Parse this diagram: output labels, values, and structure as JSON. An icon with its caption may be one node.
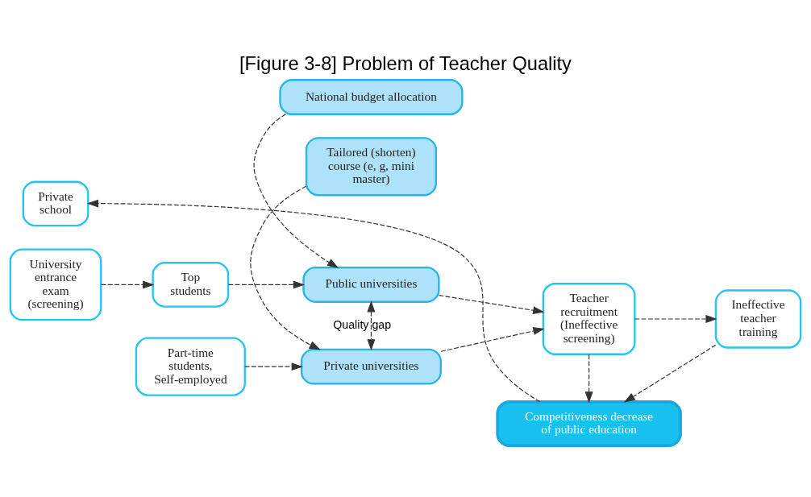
{
  "diagram": {
    "title": "[Figure 3-8] Problem of Teacher Quality",
    "nodes": [
      {
        "text": [
          "National budget allocation"
        ]
      },
      {
        "text": [
          "University entrance exam (screening)"
        ]
      },
      {
        "text": [
          "Top students"
        ]
      },
      {
        "text": [
          "Public universities"
        ]
      },
      {
        "text": [
          "Teacher recruitment (Ineffective screening)"
        ]
      },
      {
        "text": [
          "Ineffective teacher training"
        ]
      },
      {
        "text": [
          "Private school"
        ]
      },
      {
        "text": [
          "Part-time students, Self-employed"
        ]
      },
      {
        "text": [
          "Private universities"
        ]
      },
      {
        "text": [
          "Competitiveness decrease of public education"
        ]
      },
      {
        "text": [
          "Tailored (shorten) course (e, g, mini master)"
        ]
      }
    ],
    "edges": [
      {
        "from": 0,
        "to": 3,
        "arrow": "to",
        "style": "dashed"
      },
      {
        "from": 1,
        "to": 2,
        "arrow": "to",
        "style": "dashed"
      },
      {
        "from": 2,
        "to": 3,
        "arrow": "to",
        "style": "dashed"
      },
      {
        "from": 3,
        "to": 4,
        "arrow": "to",
        "style": "dashed"
      },
      {
        "from": 4,
        "to": 5,
        "arrow": "to",
        "style": "dashed"
      },
      {
        "from": 3,
        "to": 8,
        "arrow": "both",
        "style": "dashed",
        "label": "Quality gap"
      },
      {
        "from": 7,
        "to": 8,
        "arrow": "to",
        "style": "dashed"
      },
      {
        "from": 8,
        "to": 4,
        "arrow": "to",
        "style": "dashed"
      },
      {
        "from": 4,
        "to": 9,
        "arrow": "to",
        "style": "dashed"
      },
      {
        "from": 5,
        "to": 9,
        "arrow": "to",
        "style": "dashed"
      },
      {
        "from": 10,
        "to": 8,
        "arrow": "to",
        "style": "dashed"
      },
      {
        "from": 9,
        "to": 6,
        "arrow": "to",
        "style": "dashed"
      }
    ]
  }
}
